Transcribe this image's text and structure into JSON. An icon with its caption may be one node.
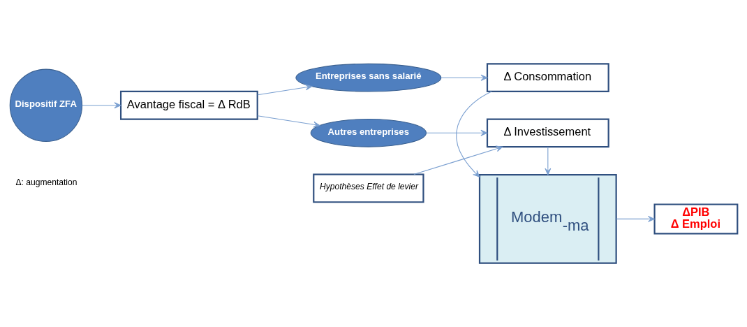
{
  "diagram": {
    "nodes": [
      {
        "text": [
          "Dispositif ZFA"
        ]
      },
      {
        "text": [
          "Avantage fiscal = Δ RdB"
        ]
      },
      {
        "text": [
          "Entreprises sans salarié"
        ]
      },
      {
        "text": [
          "Autres entreprises"
        ]
      },
      {
        "text": [
          "Δ Consommation"
        ]
      },
      {
        "text": [
          "Modem$_{-ma}$"
        ]
      },
      {
        "text": [
          "ΔPIB",
          "Δ Emploi"
        ]
      },
      {
        "text": [
          "Δ Investissement"
        ]
      },
      {
        "text": [
          "Hypothèses Effet de levier"
        ]
      }
    ],
    "edges": [
      {
        "from": 0,
        "to": 1,
        "arrow": "to"
      },
      {
        "from": 1,
        "to": 2,
        "arrow": "to"
      },
      {
        "from": 1,
        "to": 3,
        "arrow": "to"
      },
      {
        "from": 2,
        "to": 4,
        "arrow": "to"
      },
      {
        "from": 4,
        "to": 5,
        "arrow": "to"
      },
      {
        "from": 3,
        "to": 7,
        "arrow": "to"
      },
      {
        "from": 8,
        "to": 7,
        "arrow": "to"
      },
      {
        "from": 7,
        "to": 5,
        "arrow": "to"
      },
      {
        "from": 5,
        "to": 6,
        "arrow": "to"
      }
    ],
    "labels": [
      "Δ: augmentation"
    ]
  }
}
